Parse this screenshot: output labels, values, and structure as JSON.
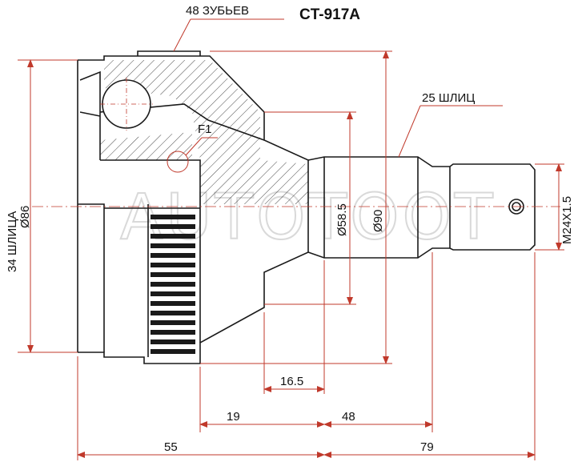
{
  "title": "CT-917A",
  "watermark": "AUTOTOOT",
  "colors": {
    "line": "#1a1a1a",
    "dim": "#c0392b",
    "center": "#c0392b",
    "watermark": "#d9d9d9"
  },
  "labels": {
    "teeth": "48 ЗУБЬЕВ",
    "outer_splines": "25 ШЛИЦ",
    "inner_splines": "34 ШЛИЦА",
    "inner_dia": "Ø86",
    "f1": "F1",
    "dia_58": "Ø58.5",
    "dia_90": "Ø90",
    "thread": "M24X1.5"
  },
  "dimensions": {
    "d165": "16.5",
    "d19": "19",
    "d48": "48",
    "d55": "55",
    "d79": "79"
  }
}
